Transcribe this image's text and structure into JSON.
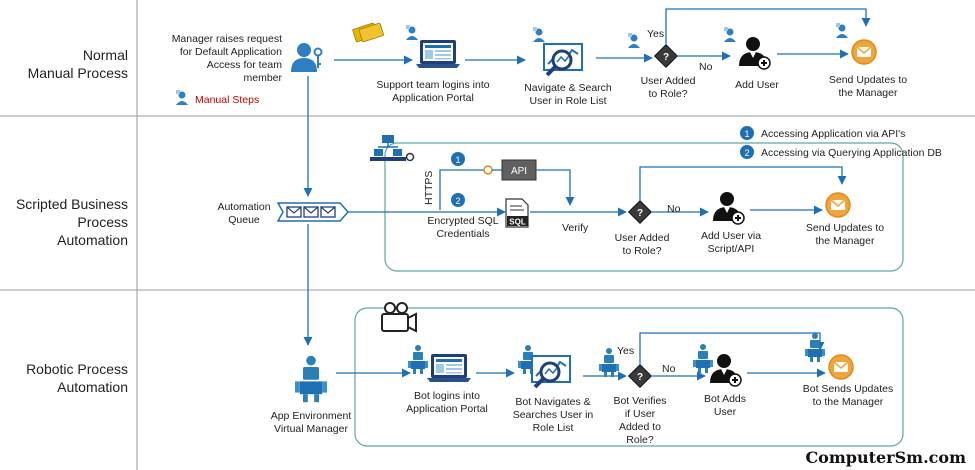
{
  "lanes": [
    {
      "line1": "Normal",
      "line2": "Manual Process",
      "line3": ""
    },
    {
      "line1": "Scripted Business",
      "line2": "Process",
      "line3": "Automation"
    },
    {
      "line1": "Robotic Process",
      "line2": "Automation",
      "line3": ""
    }
  ],
  "manual": {
    "request": [
      "Manager raises request",
      "for Default Application",
      "Access for team",
      "member"
    ],
    "legend_label": "Manual Steps",
    "login": [
      "Support team logins into",
      "Application Portal"
    ],
    "search": [
      "Navigate & Search",
      "User in Role List"
    ],
    "decision": [
      "User Added",
      "to Role?"
    ],
    "yes": "Yes",
    "no": "No",
    "add_user": "Add User",
    "send": [
      "Send Updates to",
      "the Manager"
    ]
  },
  "scripted": {
    "legend": [
      {
        "num": "1",
        "text": "Accessing Application via API's"
      },
      {
        "num": "2",
        "text": "Accessing via Querying Application DB"
      }
    ],
    "queue": [
      "Automation",
      "Queue"
    ],
    "https": "HTTPS",
    "api": "API",
    "sql_label": [
      "Encrypted SQL",
      "Credentials"
    ],
    "sql_icon": "SQL",
    "verify": "Verify",
    "decision": [
      "User Added",
      "to Role?"
    ],
    "no": "No",
    "add_user": [
      "Add User via",
      "Script/API"
    ],
    "send": [
      "Send Updates to",
      "the Manager"
    ]
  },
  "robotic": {
    "manager": [
      "App Environment",
      "Virtual Manager"
    ],
    "login": [
      "Bot logins into",
      "Application Portal"
    ],
    "search": [
      "Bot Navigates &",
      "Searches User in",
      "Role List"
    ],
    "decision": [
      "Bot Verifies",
      "if User",
      "Added to",
      "Role?"
    ],
    "yes": "Yes",
    "no": "No",
    "add_user": [
      "Bot Adds",
      "User"
    ],
    "send": [
      "Bot Sends Updates",
      "to the Manager"
    ]
  },
  "watermark": "ComputerSm.com",
  "colors": {
    "blue": "#1f6fb5",
    "orange": "#f2a33a",
    "dark": "#222222",
    "teal": "#5fa8a0",
    "grid": "#9a9a9a"
  },
  "icons": [
    "user-icon",
    "key-icon",
    "ticket-icon",
    "laptop-icon",
    "search-chart-icon",
    "decision-diamond-icon",
    "add-user-icon",
    "mail-icon",
    "queue-icon",
    "api-box-icon",
    "sql-file-icon",
    "network-icon",
    "camera-icon",
    "robot-icon"
  ]
}
